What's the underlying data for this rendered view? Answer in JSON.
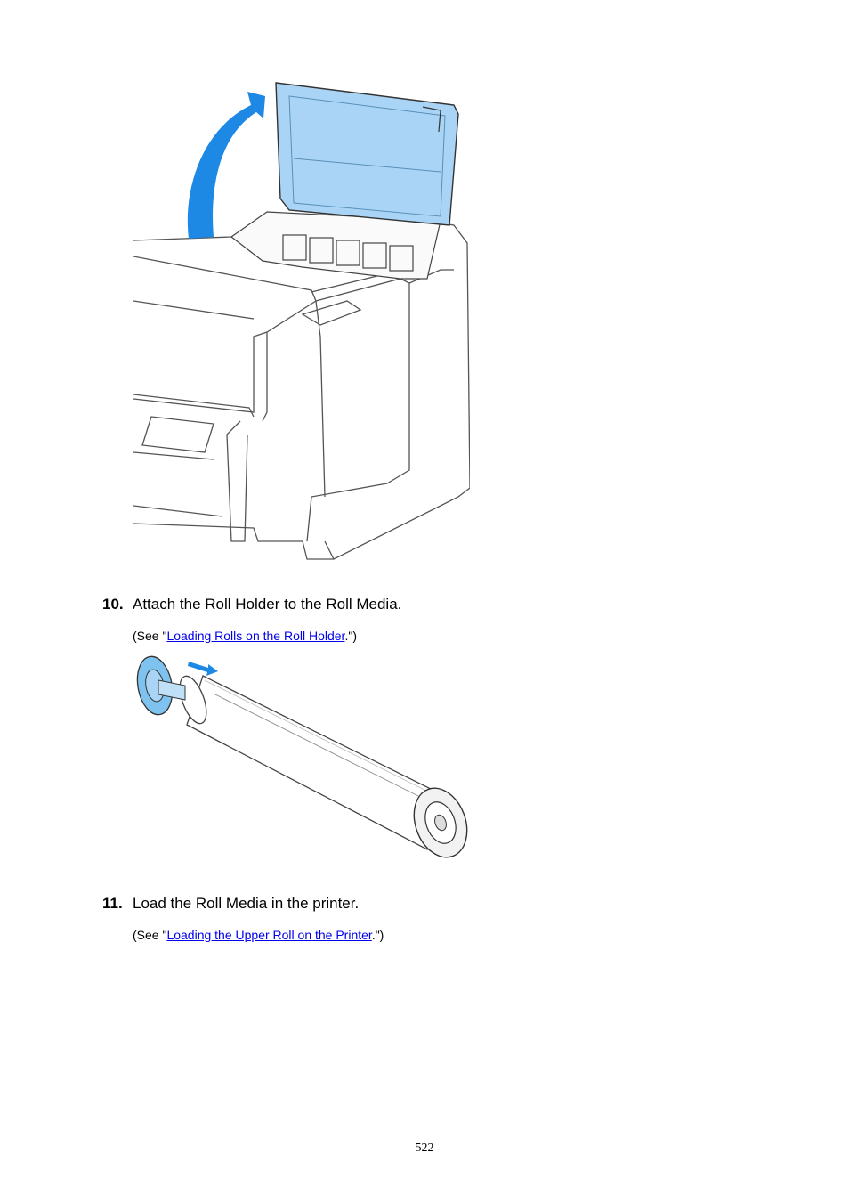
{
  "steps": [
    {
      "number": "10.",
      "text": "Attach the Roll Holder to the Roll Media.",
      "ref_prefix": "(See \"",
      "ref_link": "Loading Rolls on the Roll Holder",
      "ref_suffix": ".\")"
    },
    {
      "number": "11.",
      "text": "Load the Roll Media in the printer.",
      "ref_prefix": "(See \"",
      "ref_link": "Loading the Upper Roll on the Printer",
      "ref_suffix": ".\")"
    }
  ],
  "page_number": "522",
  "colors": {
    "accent_blue": "#1e88e5",
    "cover_blue": "#a9d4f5",
    "link": "#0000ee"
  }
}
